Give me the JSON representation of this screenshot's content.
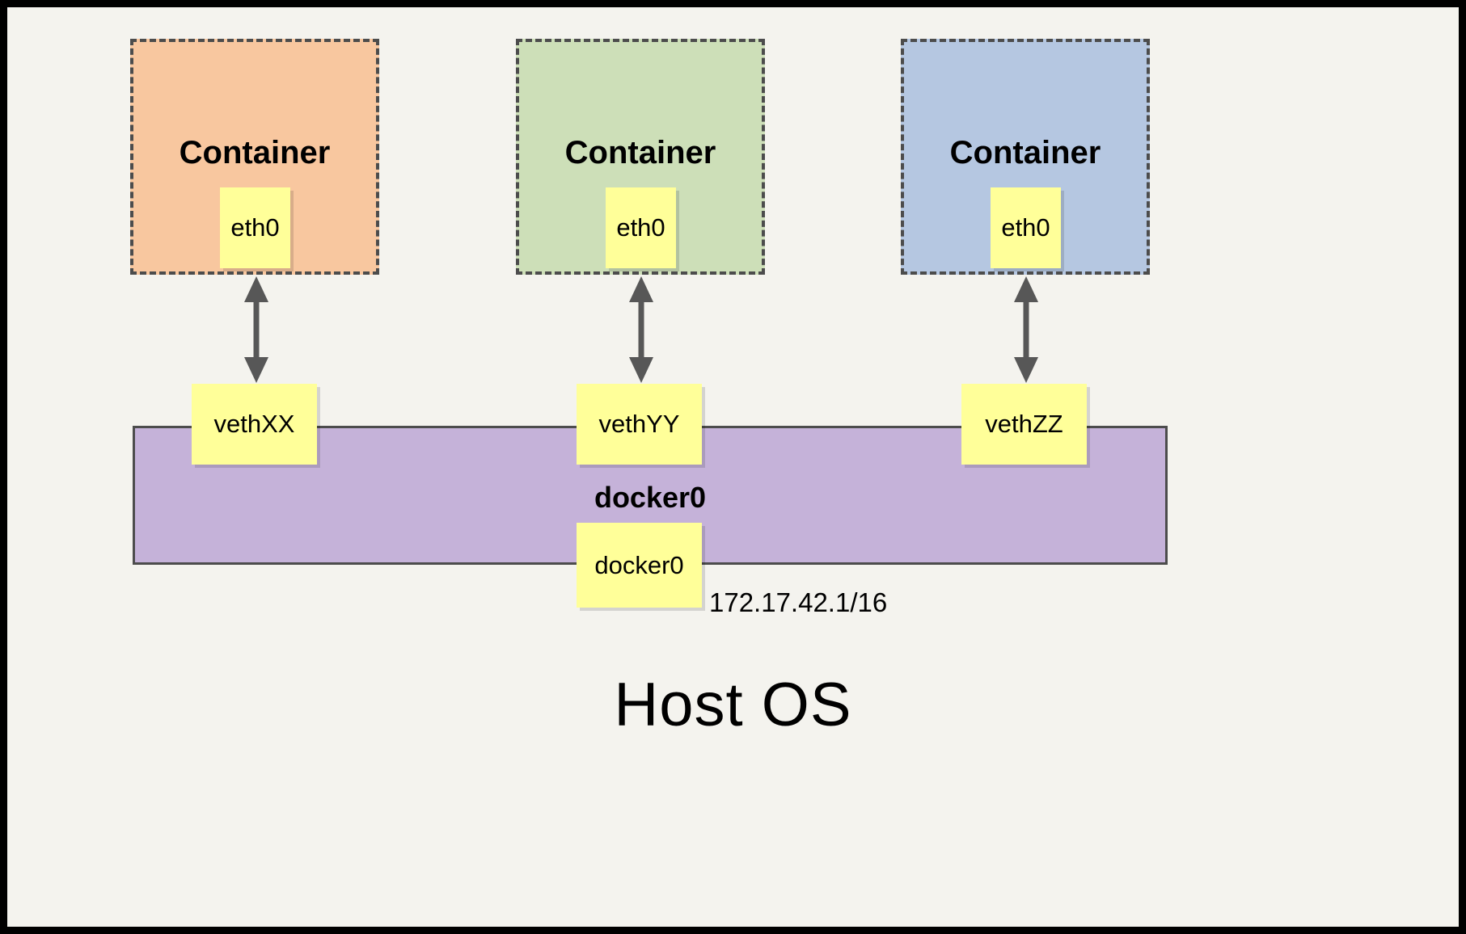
{
  "diagram": {
    "title_text": "Host OS",
    "bridge": {
      "label": "docker0",
      "ip_label": "172.17.42.1/16",
      "color": "#c5b2d9",
      "iface_label": "docker0"
    },
    "containers": [
      {
        "label": "Container",
        "iface": "eth0",
        "veth": "vethXX",
        "color": "#f8c79f"
      },
      {
        "label": "Container",
        "iface": "eth0",
        "veth": "vethYY",
        "color": "#cddfb8"
      },
      {
        "label": "Container",
        "iface": "eth0",
        "veth": "vethZZ",
        "color": "#b5c7e1"
      }
    ],
    "colors": {
      "background": "#f4f3ee",
      "frame": "#000000",
      "iface_box": "#ffff99",
      "dash_border": "#4c4c4c",
      "arrow": "#575757"
    }
  }
}
